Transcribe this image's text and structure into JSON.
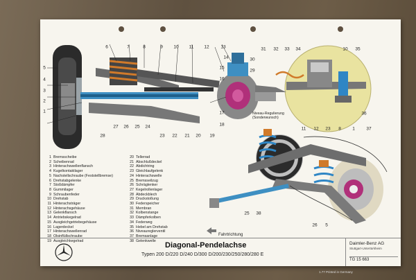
{
  "title": "Diagonal-Pendelachse",
  "subtitle": "Typen 200 D/220 D/240 D/300 D/200/230/250/280/280 E",
  "company": {
    "name": "Daimler-Benz AG",
    "sub": "Stuttgart-Untertürkheim",
    "code": "TG 15 663"
  },
  "printed": "1.77 Printed in Germany",
  "inset_caption": [
    "Niveau-Regulierung",
    "(Sonderwunsch)"
  ],
  "direction_label": "Fahrtrichtung",
  "legend_left": [
    {
      "n": "1",
      "t": "Bremsscheibe"
    },
    {
      "n": "2",
      "t": "Scheibenrad"
    },
    {
      "n": "3",
      "t": "Hinterachswellenflansch"
    },
    {
      "n": "4",
      "t": "Kugelkontaktlager"
    },
    {
      "n": "5",
      "t": "Nachstellschraube (Feststellbremse)"
    },
    {
      "n": "6",
      "t": "Drehstabgelenke"
    },
    {
      "n": "7",
      "t": "Stoßdämpfer"
    },
    {
      "n": "8",
      "t": "Gummilager"
    },
    {
      "n": "9",
      "t": "Schraubenfeder"
    },
    {
      "n": "10",
      "t": "Drehstab"
    },
    {
      "n": "11",
      "t": "Hinterachsträger"
    },
    {
      "n": "12",
      "t": "Hinterachsgehäuse"
    },
    {
      "n": "13",
      "t": "Gelenkflansch"
    },
    {
      "n": "14",
      "t": "Antriebskegelrad"
    },
    {
      "n": "15",
      "t": "Ausgleichgetriebegehäuse"
    },
    {
      "n": "16",
      "t": "Lagerdeckel"
    },
    {
      "n": "17",
      "t": "Hinterachswellenrad"
    },
    {
      "n": "18",
      "t": "Ölsinflüllschraube"
    },
    {
      "n": "19",
      "t": "Ausgleichkegelrad"
    }
  ],
  "legend_right": [
    {
      "n": "20",
      "t": "Tellerrad"
    },
    {
      "n": "21",
      "t": "Abschlußdeckel"
    },
    {
      "n": "22",
      "t": "Abdichtring"
    },
    {
      "n": "23",
      "t": "Gleichlaufgelenk"
    },
    {
      "n": "24",
      "t": "Hinterachswelle"
    },
    {
      "n": "25",
      "t": "Bremsseilzug"
    },
    {
      "n": "26",
      "t": "Schräglenker"
    },
    {
      "n": "27",
      "t": "Kegelrollenlager"
    },
    {
      "n": "28",
      "t": "Abdeckblech"
    },
    {
      "n": "29",
      "t": "Druckstoßung"
    },
    {
      "n": "30",
      "t": "Federspeicher"
    },
    {
      "n": "31",
      "t": "Membran"
    },
    {
      "n": "32",
      "t": "Kolbenstange"
    },
    {
      "n": "33",
      "t": "Dämpferkolben"
    },
    {
      "n": "34",
      "t": "Federweg"
    },
    {
      "n": "35",
      "t": "Hebel am Drehstab"
    },
    {
      "n": "36",
      "t": "Niveaureglerventil"
    },
    {
      "n": "37",
      "t": "Bremsanlage"
    },
    {
      "n": "38",
      "t": "Gelenkwelle"
    }
  ],
  "callouts": [
    "6",
    "7",
    "8",
    "9",
    "10",
    "11",
    "12",
    "13",
    "14",
    "15",
    "16",
    "17",
    "18",
    "5",
    "4",
    "3",
    "2",
    "1",
    "28",
    "27",
    "26",
    "25",
    "24",
    "23",
    "22",
    "21",
    "20",
    "19",
    "31",
    "32",
    "33",
    "34",
    "10",
    "35",
    "30",
    "29",
    "36",
    "11",
    "12",
    "23",
    "8",
    "1",
    "37",
    "25",
    "38",
    "26",
    "5"
  ],
  "colors": {
    "tire": "#2b2b2b",
    "axle_blue": "#3e8fc2",
    "spring_blue": "#2f86c5",
    "spring_orange": "#d07a2a",
    "housing_pink": "#b0307a",
    "inset_yellow": "#e9e3a0"
  }
}
